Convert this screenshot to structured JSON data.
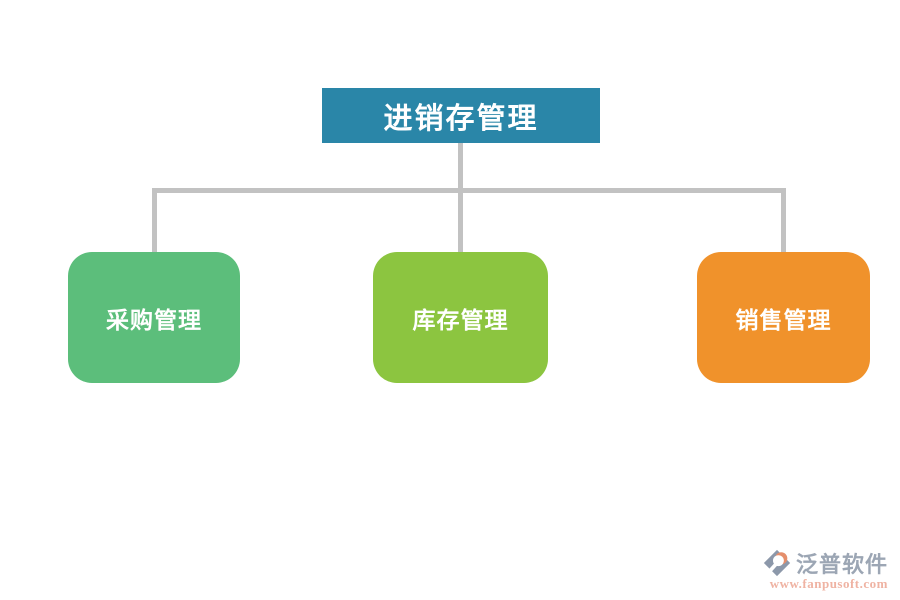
{
  "diagram": {
    "root": {
      "label": "进销存管理",
      "color": "#2A86A8"
    },
    "children": [
      {
        "label": "采购管理",
        "color": "#5CBE7B"
      },
      {
        "label": "库存管理",
        "color": "#8CC540"
      },
      {
        "label": "销售管理",
        "color": "#F0922B"
      }
    ],
    "connector_color": "#C2C2C2"
  },
  "watermark": {
    "brand": "泛普软件",
    "url": "www.fanpusoft.com",
    "brand_color": "#9CA6B4",
    "url_color": "#EFB3A3",
    "logo_body_color": "#8C98AA",
    "logo_accent_color": "#E58E6B"
  }
}
